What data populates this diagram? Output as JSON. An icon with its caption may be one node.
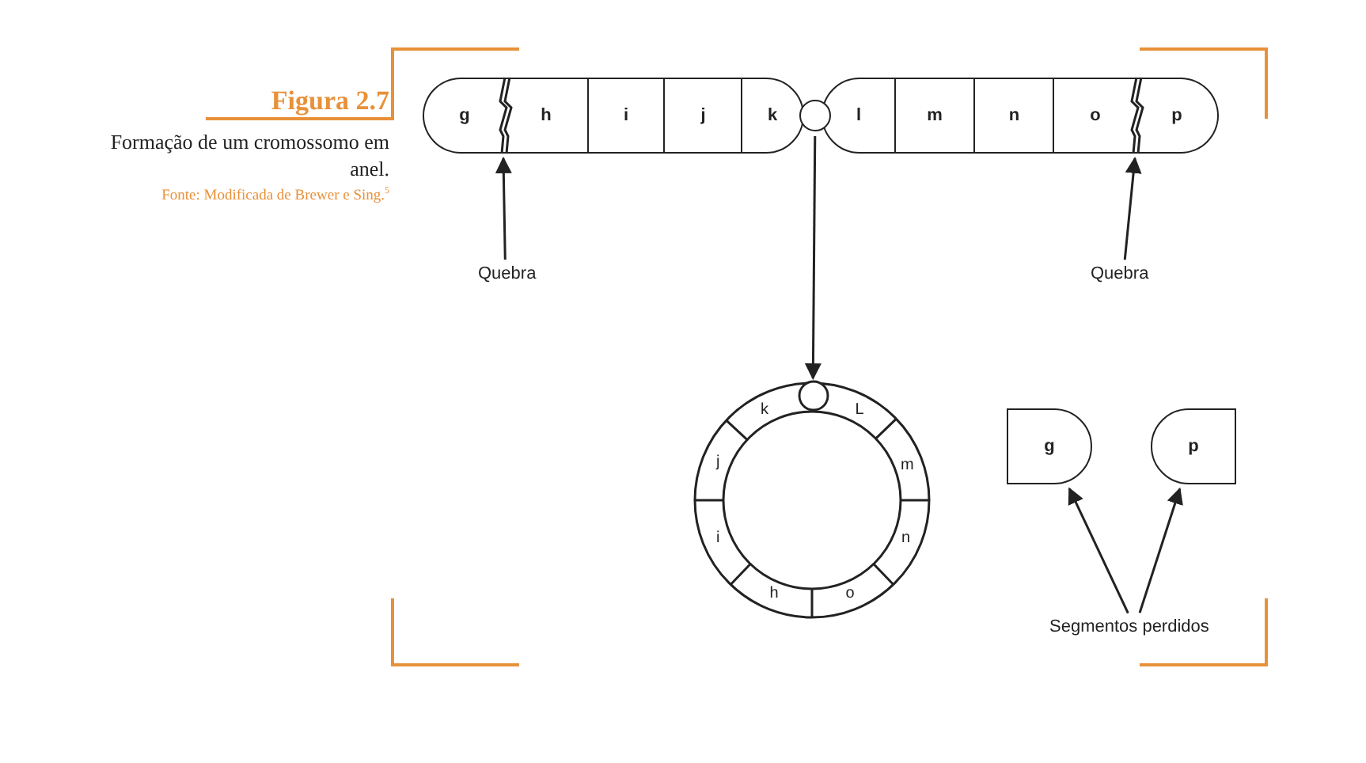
{
  "diagram": {
    "title": "Figura 2.7",
    "caption": "Formação de um cromossomo em anel.",
    "nodes": [
      {
        "text": [
          "g"
        ]
      },
      {
        "text": [
          "h"
        ]
      },
      {
        "text": [
          "i"
        ]
      },
      {
        "text": [
          "j"
        ]
      },
      {
        "text": [
          "k"
        ]
      },
      {
        "text": [],
        "shape": "circle"
      },
      {
        "text": [
          "l"
        ]
      },
      {
        "text": [
          "m"
        ]
      },
      {
        "text": [
          "n"
        ]
      },
      {
        "text": [
          "o"
        ]
      },
      {
        "text": [
          "p"
        ]
      },
      {
        "text": [
          "Quebra"
        ]
      },
      {
        "text": [
          "Quebra"
        ]
      },
      {
        "text": [],
        "shape": "circle"
      },
      {
        "text": [
          "g"
        ]
      },
      {
        "text": [
          "p"
        ]
      },
      {
        "text": [
          "Segmentos perdidos"
        ]
      }
    ],
    "edges": [
      {
        "from": 11,
        "to": 0,
        "arrow": "to"
      },
      {
        "from": 12,
        "to": 10,
        "arrow": "to"
      },
      {
        "from": 5,
        "to": 13,
        "arrow": "to"
      },
      {
        "from": 16,
        "to": 14,
        "arrow": "to"
      },
      {
        "from": 16,
        "to": 15,
        "arrow": "to"
      }
    ],
    "labels": [
      "Fonte: Modificada de Brewer e Sing.$^{5}$",
      "k",
      "L",
      "j",
      "m",
      "i",
      "n",
      "h",
      "o"
    ]
  }
}
